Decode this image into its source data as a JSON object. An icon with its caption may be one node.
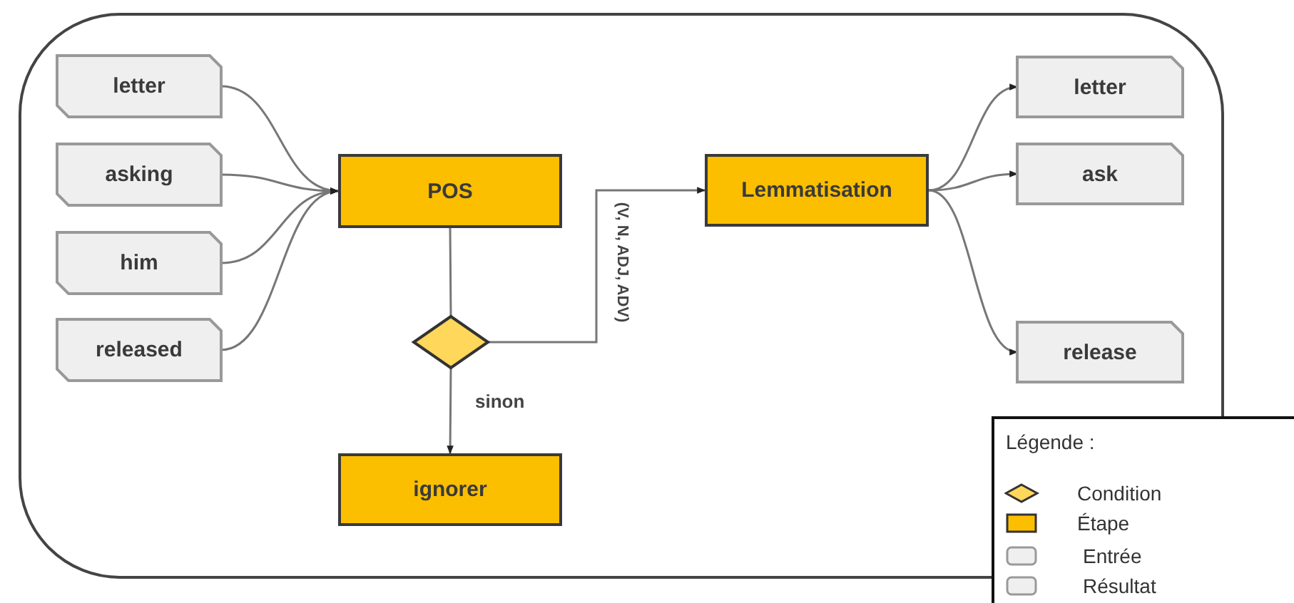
{
  "diagram": {
    "nodes": [
      {
        "text": [
          "letter"
        ]
      },
      {
        "text": [
          "asking"
        ]
      },
      {
        "text": [
          "him"
        ]
      },
      {
        "text": [
          "released"
        ]
      },
      {
        "text": [
          "POS"
        ]
      },
      {
        "text": [],
        "shape": "diamond"
      },
      {
        "text": [
          "ignorer"
        ]
      },
      {
        "text": [
          "Lemmatisation"
        ]
      },
      {
        "text": [
          "letter"
        ]
      },
      {
        "text": [
          "ask"
        ]
      },
      {
        "text": [
          "release"
        ]
      }
    ],
    "edges": [
      {
        "from": 0,
        "to": 4,
        "arrow": "to"
      },
      {
        "from": 1,
        "to": 4,
        "arrow": "to"
      },
      {
        "from": 2,
        "to": 4,
        "arrow": "to"
      },
      {
        "from": 3,
        "to": 4,
        "arrow": "to"
      },
      {
        "from": 4,
        "to": 5,
        "arrow": "none"
      },
      {
        "from": 5,
        "to": 7,
        "arrow": "to",
        "label": "(V, N, ADJ, ADV)"
      },
      {
        "from": 5,
        "to": 6,
        "arrow": "to",
        "label": "sinon"
      },
      {
        "from": 7,
        "to": 8,
        "arrow": "to"
      },
      {
        "from": 7,
        "to": 9,
        "arrow": "to"
      },
      {
        "from": 7,
        "to": 10,
        "arrow": "to"
      }
    ],
    "labels": [
      "Légende :"
    ],
    "legend": [
      {
        "text": "Condition"
      },
      {
        "text": "Étape",
        "color": "#fbbf00"
      },
      {
        "text": "Entrée",
        "color": "#efefef"
      },
      {
        "text": "Résultat",
        "color": "#efefef"
      }
    ]
  }
}
